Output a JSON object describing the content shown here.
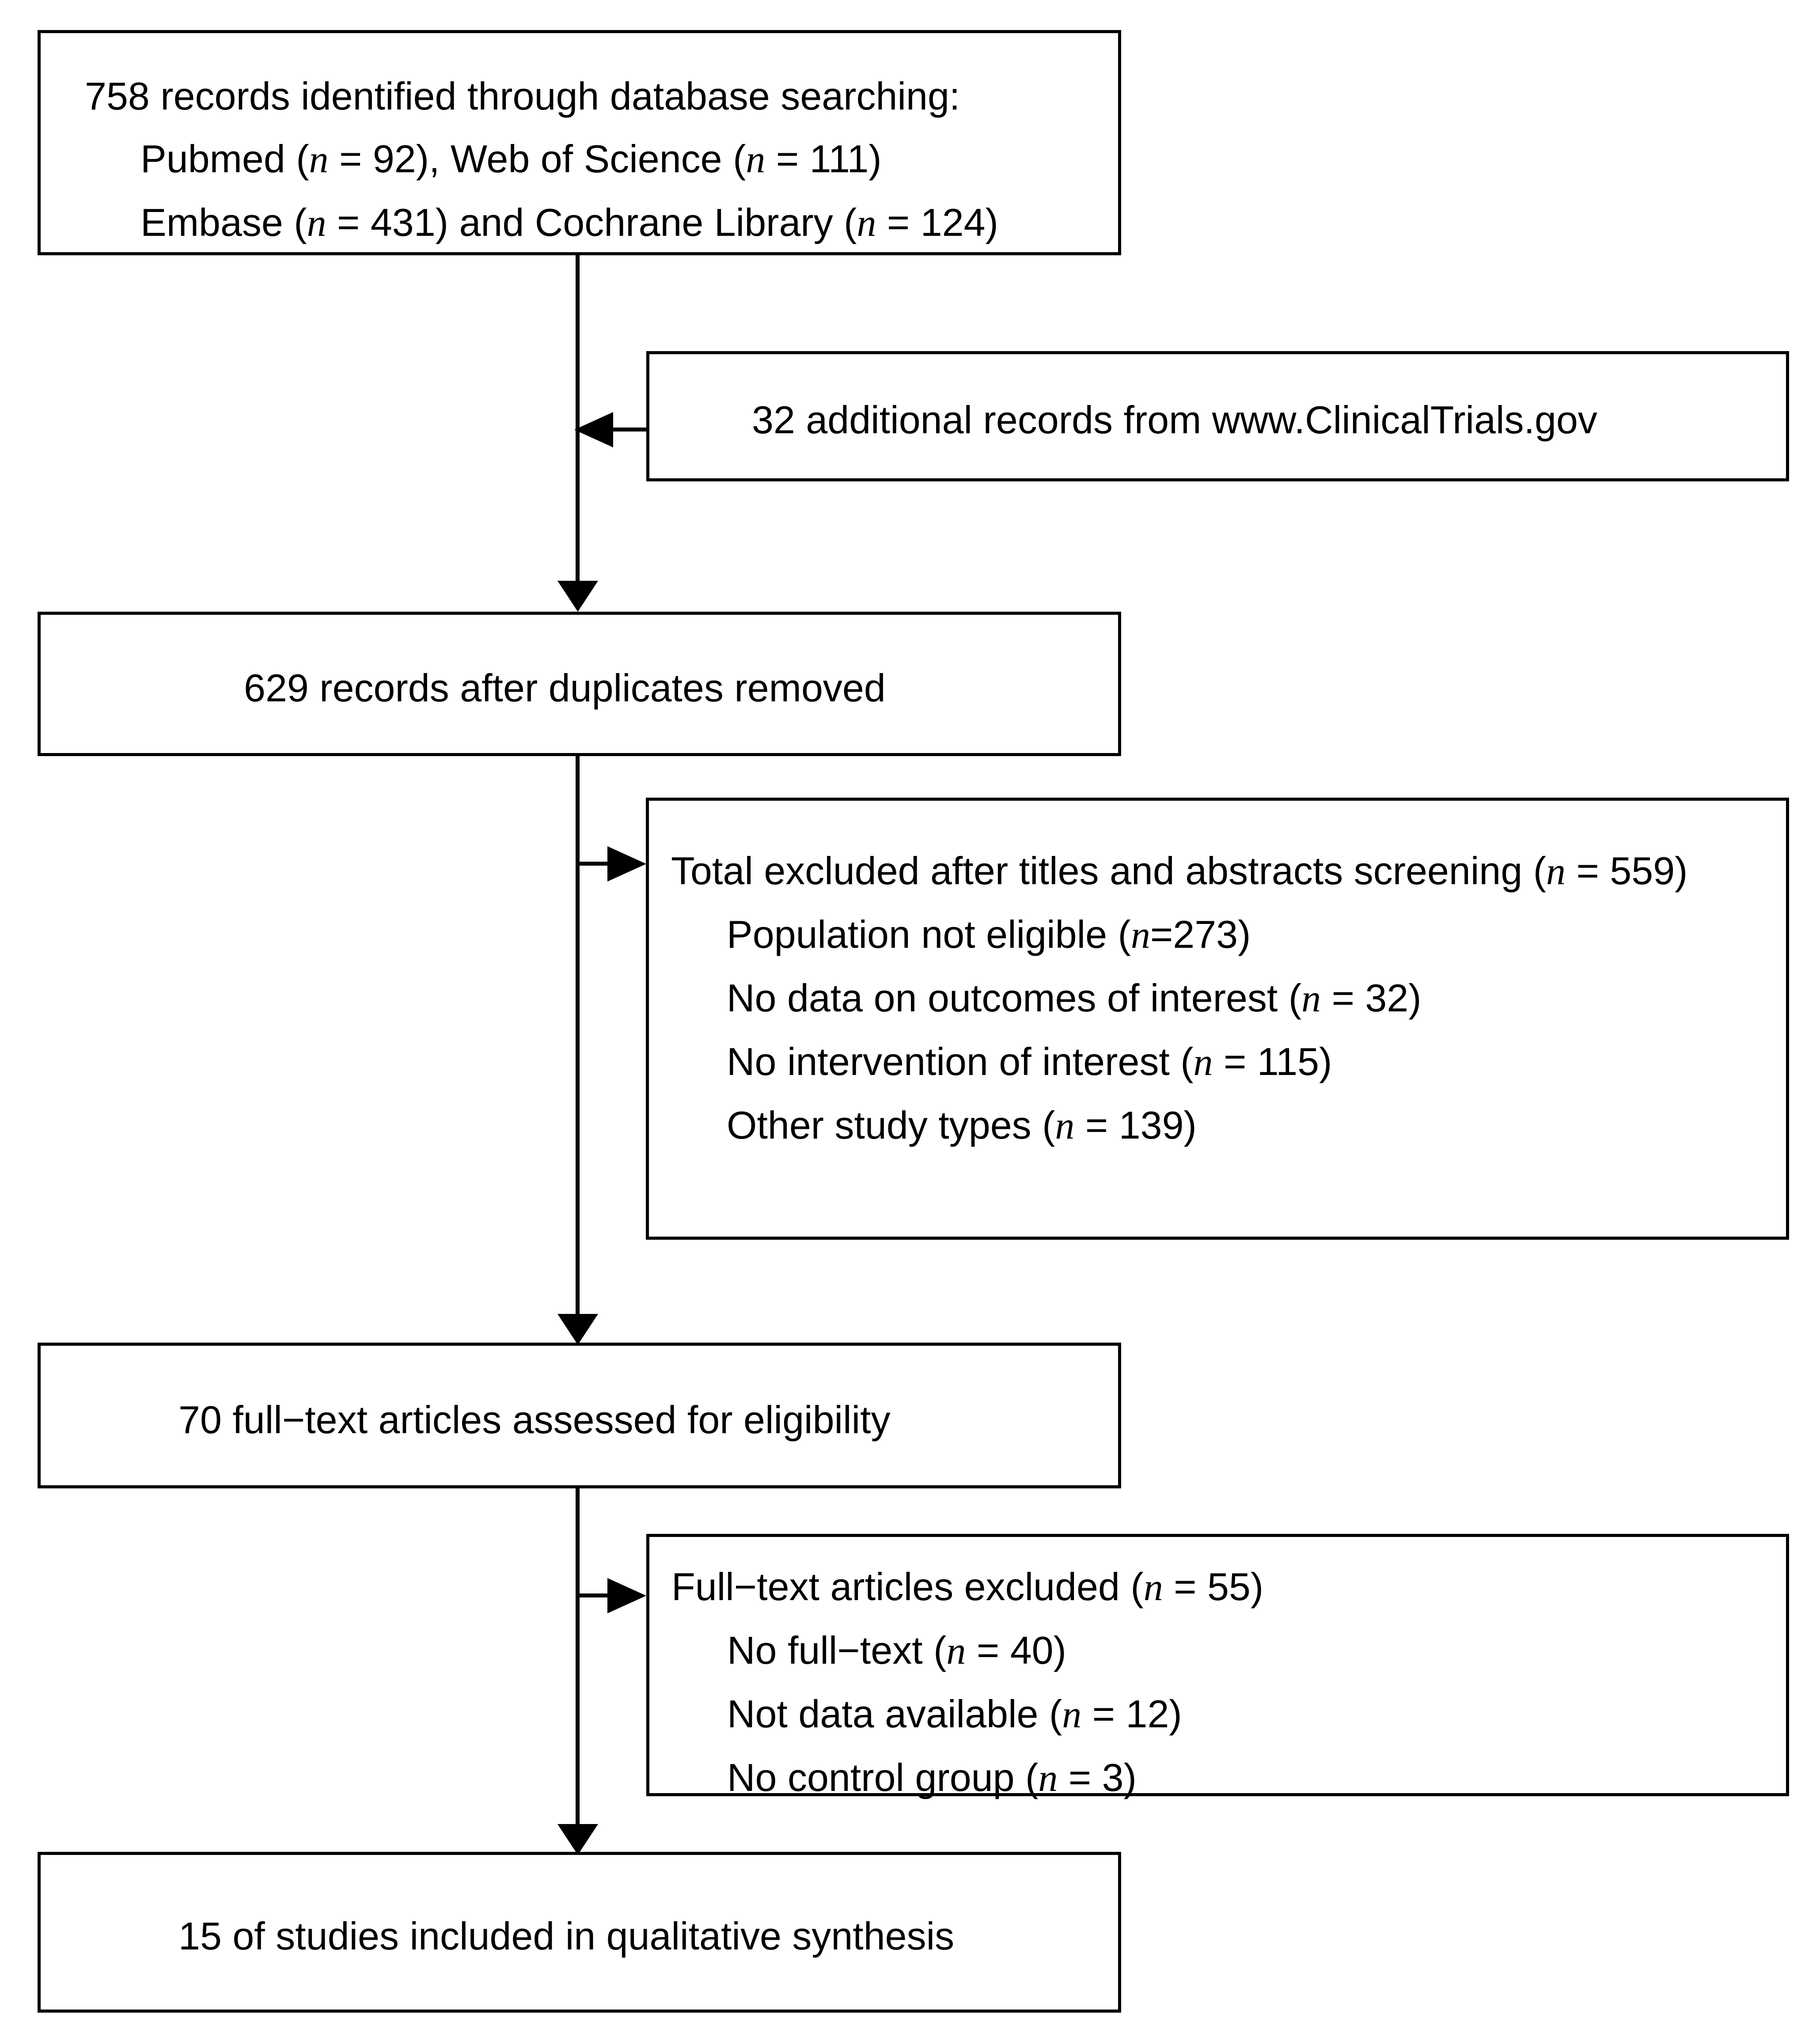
{
  "diagram": {
    "type": "prisma-flow-diagram",
    "title": "",
    "ink_color": "#000000",
    "background_color": "#ffffff",
    "nodes": [
      {
        "id": "identification",
        "column": "left",
        "lines": [
          {
            "text": "758 records identified through database searching:",
            "indent": false
          },
          {
            "pre": "Pubmed (",
            "italic_n": "n",
            "mid": " = 92), Web of Science (",
            "italic_n2": "n",
            "post": " = 111)",
            "indent": true
          },
          {
            "pre": "Embase (",
            "italic_n": "n",
            "mid": " = 431) and Cochrane Library (",
            "italic_n2": "n",
            "post": " = 124)",
            "indent": true
          }
        ],
        "plain_text": "758 records identified through database searching: Pubmed (n = 92), Web of Science (n = 111) Embase (n = 431) and Cochrane Library (n = 124)"
      },
      {
        "id": "additional-records",
        "column": "right",
        "plain_text": "32 additional records from www.ClinicalTrials.gov"
      },
      {
        "id": "after-duplicates",
        "column": "left",
        "plain_text": "629 records after duplicates removed"
      },
      {
        "id": "screening-excluded",
        "column": "right",
        "plain_text": "Total excluded after titles and abstracts screening (n = 559)"
      },
      {
        "id": "full-text-assessed",
        "column": "left",
        "plain_text": "70 full−text articles assessed for eligibility"
      },
      {
        "id": "full-text-excluded",
        "column": "right",
        "plain_text": "Full−text articles excluded (n = 55)"
      },
      {
        "id": "included",
        "column": "left",
        "plain_text": "15 of studies included in qualitative synthesis"
      }
    ]
  },
  "box_identification": {
    "line1": "758 records identified through database searching:",
    "line2_pre": "Pubmed (",
    "line2_n1": "n",
    "line2_mid": " = 92), Web of Science (",
    "line2_n2": "n",
    "line2_post": " = 111)",
    "line3_pre": "Embase (",
    "line3_n1": "n",
    "line3_mid": " = 431) and Cochrane Library (",
    "line3_n2": "n",
    "line3_post": " = 124)"
  },
  "box_additional": {
    "line1": "32 additional records from www.ClinicalTrials.gov"
  },
  "box_duplicates": {
    "line1": "629 records after duplicates removed"
  },
  "box_screening_excluded": {
    "line1_pre": "Total excluded after titles and abstracts screening (",
    "line1_n": "n",
    "line1_post": " = 559)",
    "line2_pre": "Population not eligible (",
    "line2_n": "n",
    "line2_post": "=273)",
    "line3_pre": "No data on outcomes of interest (",
    "line3_n": "n",
    "line3_post": " = 32)",
    "line4_pre": "No intervention of interest (",
    "line4_n": "n",
    "line4_post": " = 115)",
    "line5_pre": "Other study types (",
    "line5_n": "n",
    "line5_post": " = 139)"
  },
  "box_fulltext_assessed": {
    "line1": "70 full−text articles assessed for eligibility"
  },
  "box_fulltext_excluded": {
    "line1_pre": "Full−text articles excluded (",
    "line1_n": "n",
    "line1_post": " = 55)",
    "line2_pre": "No full−text (",
    "line2_n": "n",
    "line2_post": " = 40)",
    "line3_pre": "Not data available (",
    "line3_n": "n",
    "line3_post": " = 12)",
    "line4_pre": "No control group (",
    "line4_n": "n",
    "line4_post": " = 3)"
  },
  "box_included": {
    "line1": "15 of studies included in qualitative synthesis"
  },
  "counts": {
    "records_identified_total": 758,
    "pubmed": 92,
    "web_of_science": 111,
    "embase": 431,
    "cochrane_library": 124,
    "additional_clinicaltrials": 32,
    "after_duplicates": 629,
    "excluded_screening_total": 559,
    "population_not_eligible": 273,
    "no_data_on_outcomes": 32,
    "no_intervention_of_interest": 115,
    "other_study_types": 139,
    "full_text_assessed": 70,
    "full_text_excluded_total": 55,
    "no_full_text": 40,
    "not_data_available": 12,
    "no_control_group": 3,
    "included_qualitative_synthesis": 15
  }
}
